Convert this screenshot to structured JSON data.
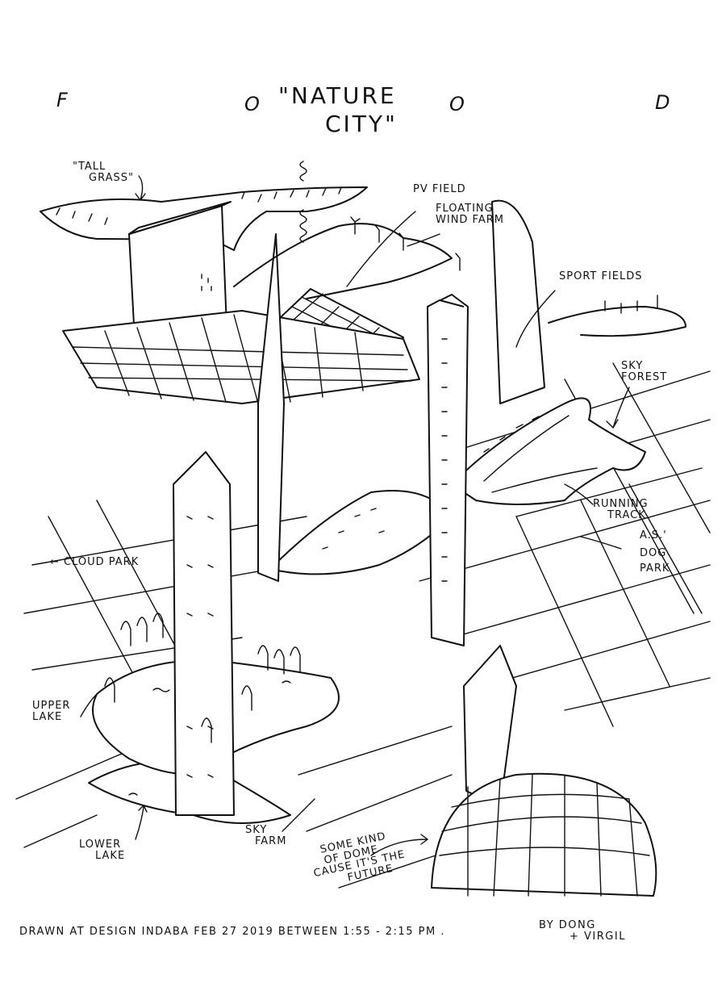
{
  "header": {
    "letters": [
      "F",
      "O",
      "O",
      "D"
    ],
    "title_line1": "\"NATURE",
    "title_line2": "CITY\""
  },
  "labels": {
    "tall_grass": [
      "\"TALL",
      "GRASS\""
    ],
    "pv_field": "PV FIELD",
    "floating_wind_farm": [
      "FLOATING",
      "WIND FARM"
    ],
    "sport_fields": "SPORT FIELDS",
    "sky_forest": [
      "SKY",
      "FOREST"
    ],
    "running_track": [
      "RUNNING",
      "TRACK"
    ],
    "as_dog_park": [
      "A.S.'",
      "DOG",
      "PARK"
    ],
    "cloud_park": "← CLOUD PARK",
    "upper_lake": [
      "UPPER",
      "LAKE"
    ],
    "lower_lake": [
      "LOWER",
      "LAKE"
    ],
    "sky_farm": [
      "SKY",
      "FARM"
    ],
    "dome": [
      "SOME KIND",
      "OF DOME",
      "CAUSE IT'S THE",
      "FUTURE"
    ]
  },
  "caption": {
    "text": "DRAWN AT DESIGN INDABA  FEB 27 2019  BETWEEN  1:55 - 2:15 PM .",
    "by_line1": "BY DONG",
    "by_line2": "+ VIRGIL"
  }
}
